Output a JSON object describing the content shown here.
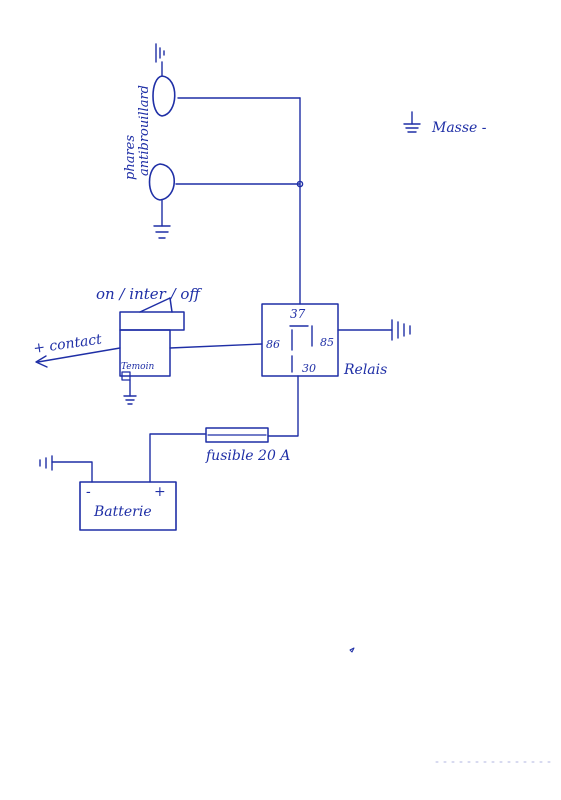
{
  "colors": {
    "ink": "#1f2fa6",
    "paper": "#ffffff"
  },
  "labels": {
    "phares_line1": "phares",
    "phares_line2": "antibrouillard",
    "masse": "Masse -",
    "switch": "on / inter / off",
    "contact": "+ contact",
    "temoin": "Temoin",
    "relay_37": "37",
    "relay_86": "86",
    "relay_85": "85",
    "relay_30": "30",
    "relais": "Relais",
    "fuse": "fusible 20 A",
    "battery": "Batterie",
    "battery_minus": "-",
    "battery_plus": "+"
  }
}
